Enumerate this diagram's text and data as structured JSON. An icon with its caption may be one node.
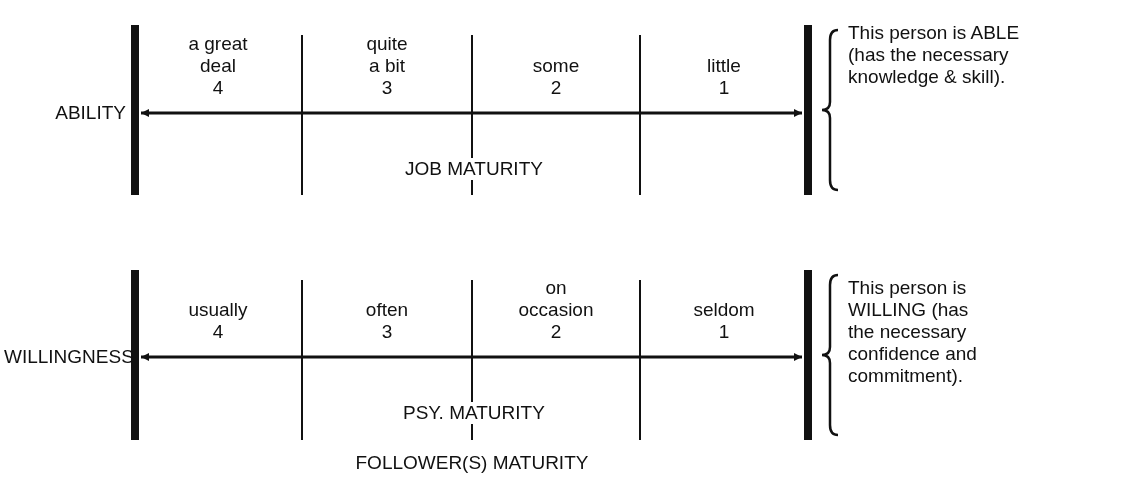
{
  "diagram": {
    "labels": [
      "ABILITY",
      "a great deal",
      "4",
      "quite a bit",
      "3",
      "some",
      "2",
      "little",
      "1",
      "JOB MATURITY",
      "This person is ABLE (has the necessary knowledge & skill).",
      "WILLINGNESS",
      "usually",
      "4",
      "often",
      "3",
      "on occasion",
      "2",
      "seldom",
      "1",
      "PSY. MATURITY",
      "This person is WILLING (has the necessary confidence and commitment).",
      "FOLLOWER(S) MATURITY"
    ]
  }
}
